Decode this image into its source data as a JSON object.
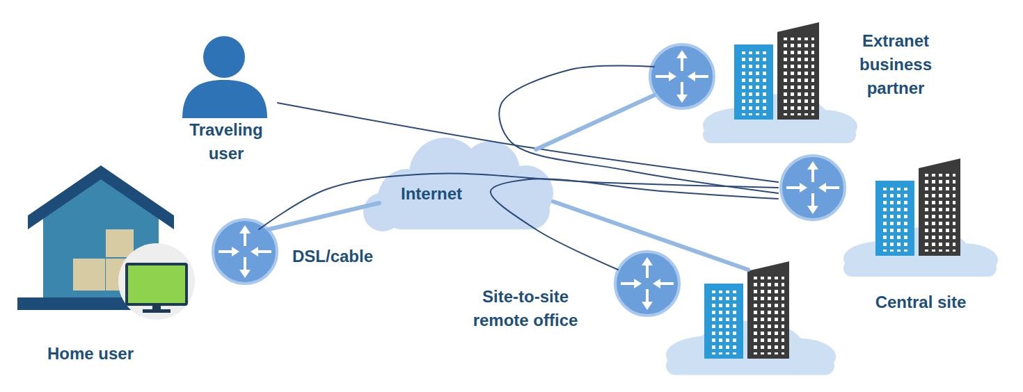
{
  "diagram": {
    "nodes": [
      {
        "text": [
          "Traveling user"
        ]
      },
      {
        "text": [
          "Home user"
        ]
      },
      {
        "text": [
          "DSL/cable"
        ]
      },
      {
        "text": [
          "Internet"
        ]
      },
      {
        "text": [
          "Extranet business partner"
        ]
      },
      {
        "text": [
          "Central site"
        ]
      },
      {
        "text": [
          "Site-to-site remote office"
        ]
      }
    ],
    "edges": [
      {
        "from": 0,
        "to": 5,
        "arrow": "none"
      },
      {
        "from": 2,
        "to": 5,
        "arrow": "none"
      },
      {
        "from": 4,
        "to": 5,
        "arrow": "none"
      },
      {
        "from": 6,
        "to": 5,
        "arrow": "none"
      },
      {
        "from": 2,
        "to": 3,
        "arrow": "none"
      },
      {
        "from": 3,
        "to": 4,
        "arrow": "none"
      },
      {
        "from": 3,
        "to": 6,
        "arrow": "none"
      }
    ]
  }
}
